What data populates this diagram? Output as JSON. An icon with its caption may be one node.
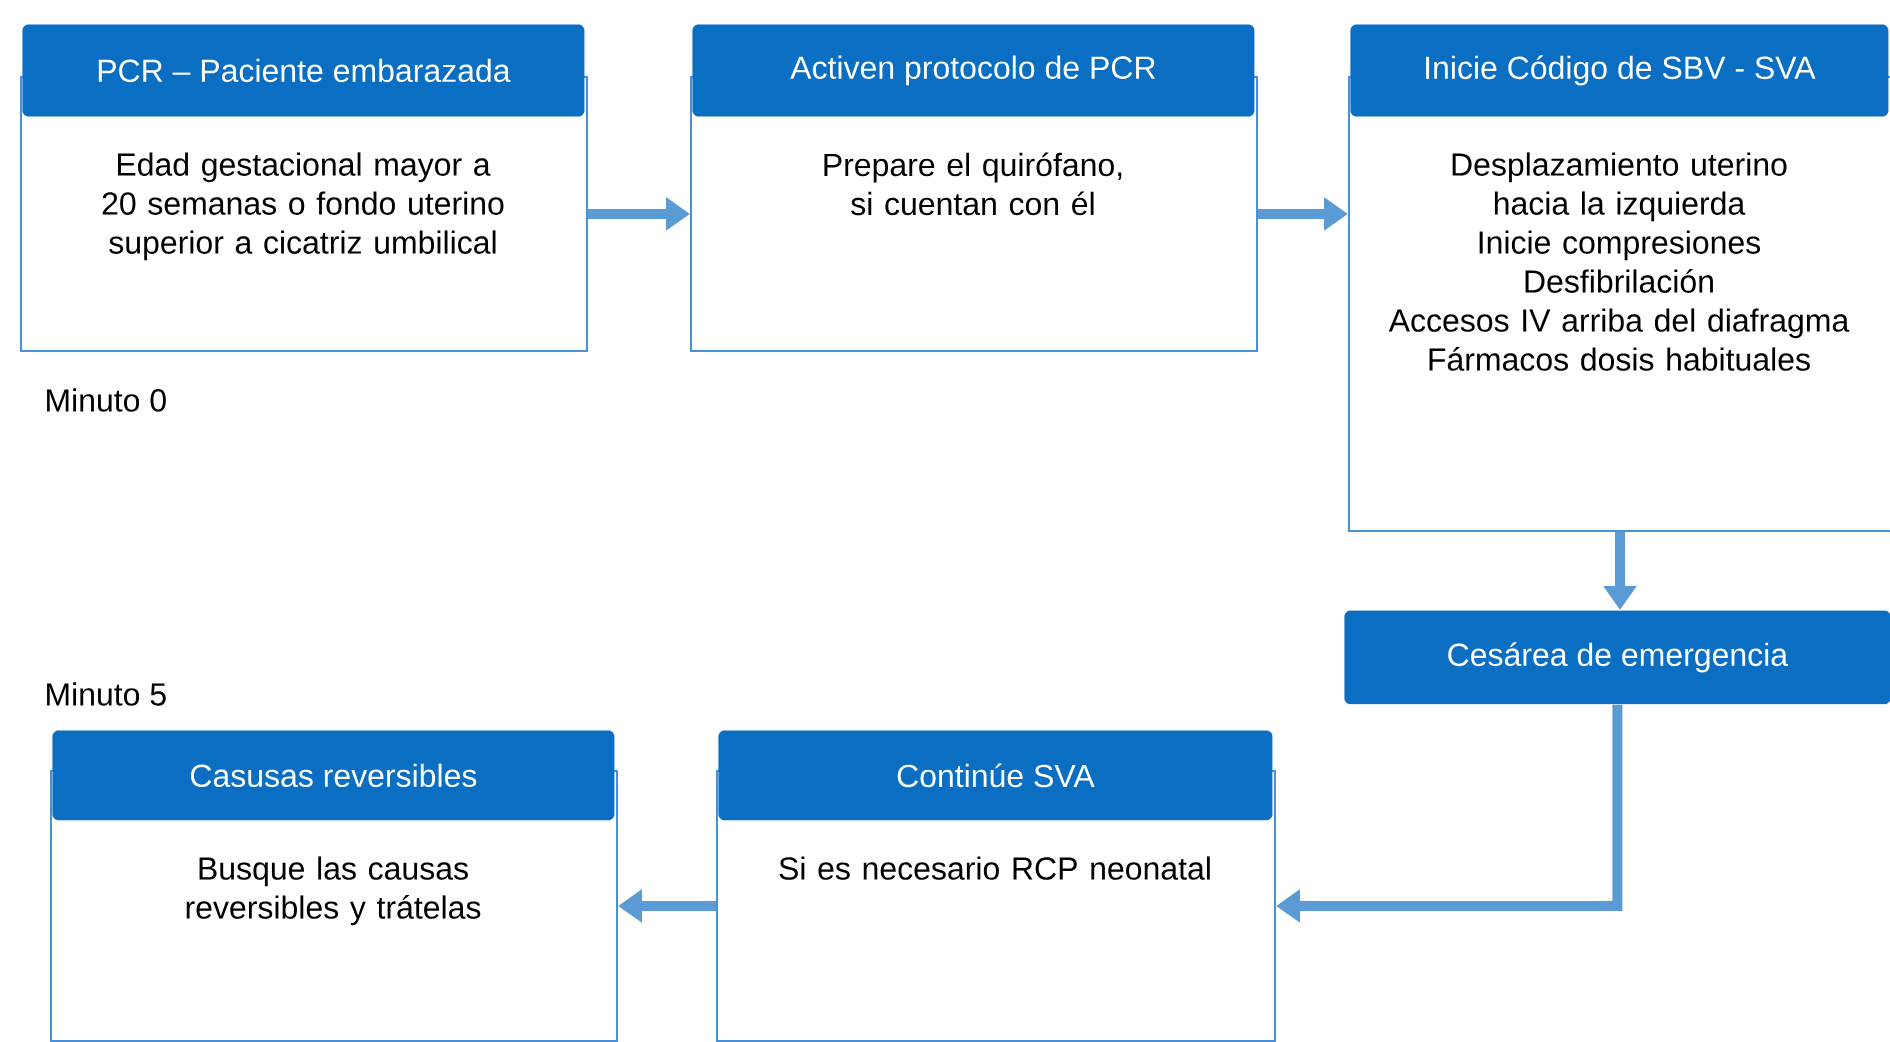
{
  "diagram": {
    "nodes": [
      {
        "text": [
          "PCR – Paciente embarazada",
          "Edad gestacional mayor a 20 semanas o fondo uterino superior a cicatriz umbilical"
        ]
      },
      {
        "text": [
          "Activen protocolo de PCR",
          "Prepare el quirófano, si cuentan con él"
        ]
      },
      {
        "text": [
          "Inicie Código de SBV - SVA",
          "Desplazamiento uterino hacia la izquierda",
          "Inicie compresiones",
          "Desfibrilación",
          "Accesos IV arriba del diafragma",
          "Fármacos dosis habituales"
        ]
      },
      {
        "text": [
          "Cesárea de emergencia"
        ]
      },
      {
        "text": [
          "Continúe SVA",
          "Si es necesario RCP neonatal"
        ]
      },
      {
        "text": [
          "Casusas reversibles",
          "Busque las causas reversibles y trátelas"
        ]
      }
    ],
    "edges": [
      {
        "from": 0,
        "to": 1,
        "arrow": "to"
      },
      {
        "from": 1,
        "to": 2,
        "arrow": "to"
      },
      {
        "from": 2,
        "to": 3,
        "arrow": "to"
      },
      {
        "from": 3,
        "to": 4,
        "arrow": "to"
      },
      {
        "from": 4,
        "to": 5,
        "arrow": "to"
      }
    ],
    "labels": [
      "Minuto 0",
      "Minuto 5"
    ]
  }
}
